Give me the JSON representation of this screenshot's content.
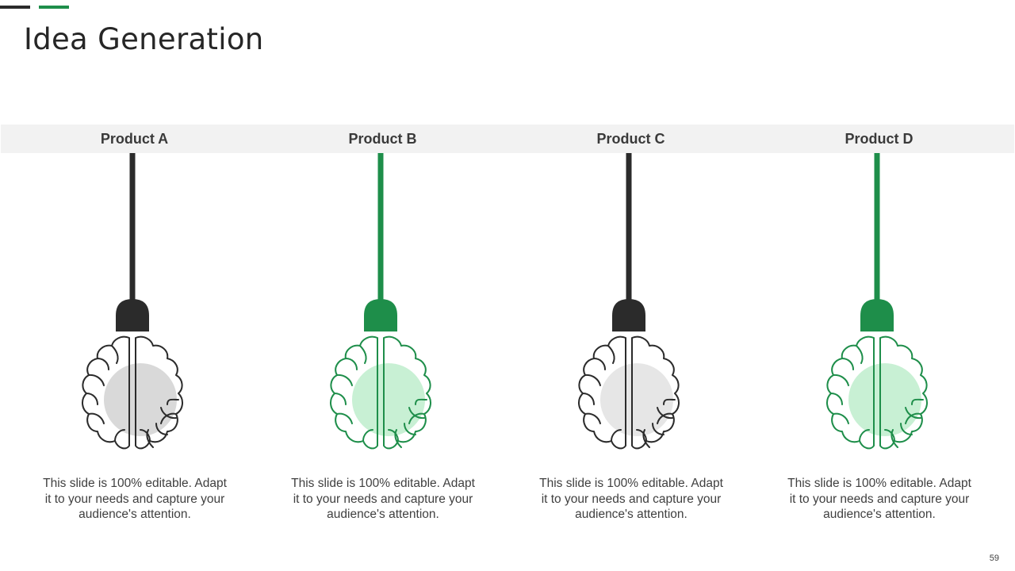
{
  "title": "Idea Generation",
  "page_number": "59",
  "colors": {
    "dark": "#2b2b2b",
    "green": "#1e8e4a",
    "header_band": "#f2f2f2",
    "grey_fill": "#d9d9d9",
    "light_grey_fill": "#e6e6e6",
    "green_fill": "#c8f0d4"
  },
  "products": [
    {
      "label": "Product A",
      "description": "This slide is 100% editable. Adapt it to your needs and capture your audience's attention.",
      "theme": "dark",
      "icon": "brain-icon"
    },
    {
      "label": "Product B",
      "description": "This slide is 100% editable. Adapt it to your needs and capture your audience's attention.",
      "theme": "green",
      "icon": "brain-icon"
    },
    {
      "label": "Product C",
      "description": "This slide is 100% editable. Adapt it to your needs and capture your audience's attention.",
      "theme": "dark",
      "icon": "brain-icon"
    },
    {
      "label": "Product D",
      "description": "This slide is 100% editable. Adapt it to your needs and capture your audience's attention.",
      "theme": "green",
      "icon": "brain-icon"
    }
  ]
}
